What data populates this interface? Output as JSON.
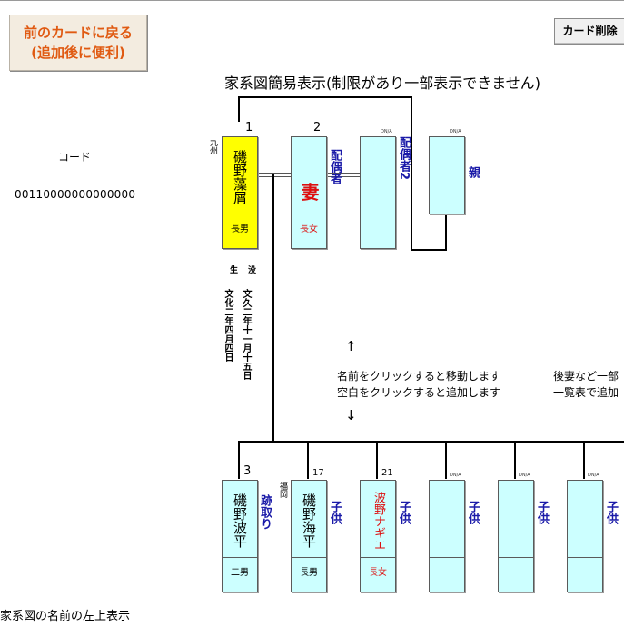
{
  "buttons": {
    "back_line1": "前のカードに戻る",
    "back_line2": "(追加後に便利)",
    "delete": "カード削除"
  },
  "title": "家系図簡易表示(制限があり一部表示できません)",
  "code": {
    "label": "コード",
    "value": "00110000000000000"
  },
  "footer": "家系図の名前の左上表示",
  "colors": {
    "card_fill": "#ccffff",
    "self_fill": "#ffff00",
    "accent_text": "#e05a12",
    "label_blue": "#1a1aa8",
    "red_text": "#dd1010"
  },
  "self": {
    "number": "1",
    "name": "磯野藻屑",
    "role": "長男",
    "region": "九州",
    "birth_label": "生",
    "death_label": "没",
    "birth_date": "文化二年四月四日",
    "death_date": "文久二年十一月十五日"
  },
  "spouse1": {
    "number": "2",
    "name": "妻",
    "role": "長女",
    "label": "配偶者"
  },
  "spouse2": {
    "label": "配偶者2",
    "tiny": "DN/A"
  },
  "parent": {
    "label": "親",
    "tiny": "DN/A"
  },
  "hints": {
    "center_line1": "名前をクリックすると移動します",
    "center_line2": "空白をクリックすると追加します",
    "right_line1": "後妻など一部",
    "right_line2": "一覧表で追加",
    "arrow_up": "↑",
    "arrow_down": "↓"
  },
  "children": [
    {
      "number": "3",
      "name": "磯野波平",
      "role": "二男",
      "label": "跡取り"
    },
    {
      "number": "17",
      "name": "磯野海平",
      "role": "長男",
      "label": "子供",
      "region": "福岡"
    },
    {
      "number": "21",
      "name": "波野ナギエ",
      "role": "長女",
      "label": "子供"
    },
    {
      "label": "子供",
      "tiny": "DN/A"
    },
    {
      "label": "子供",
      "tiny": "DN/A"
    },
    {
      "label": "子供",
      "tiny": "DN/A"
    }
  ]
}
